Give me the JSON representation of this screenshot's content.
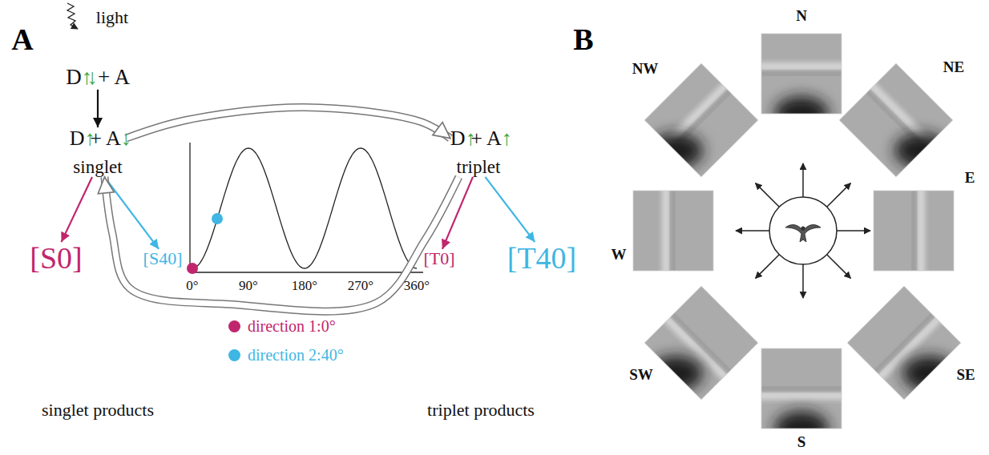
{
  "diagram": {
    "nodes": [
      {
        "text": [
          "D↑↓ + A"
        ]
      },
      {
        "text": [
          "D↑+ A↓",
          "singlet"
        ]
      },
      {
        "text": [
          "D↑+ A↑",
          "triplet"
        ]
      },
      {
        "text": [
          "[S0]"
        ]
      },
      {
        "text": [
          "[S40]"
        ]
      },
      {
        "text": [
          "[T0]"
        ]
      },
      {
        "text": [
          "[T40]"
        ]
      }
    ],
    "edges": [
      {
        "from": 0,
        "to": 1,
        "arrow": "to"
      },
      {
        "from": 1,
        "to": 3,
        "arrow": "to"
      },
      {
        "from": 1,
        "to": 4,
        "arrow": "to"
      },
      {
        "from": 2,
        "to": 5,
        "arrow": "to"
      },
      {
        "from": 2,
        "to": 6,
        "arrow": "to"
      },
      {
        "from": 1,
        "to": 2,
        "arrow": "to"
      },
      {
        "from": 2,
        "to": 1,
        "arrow": "to"
      }
    ],
    "labels": [
      "A",
      "light",
      "0°",
      "90°",
      "180°",
      "270°",
      "360°",
      "singlet products",
      "triplet products",
      "B",
      "N",
      "NE",
      "E",
      "SE",
      "S",
      "SW",
      "W",
      "NW"
    ],
    "legend": [
      {
        "text": "direction 1:0°",
        "color": "#c0266d"
      },
      {
        "text": "direction 2:40°",
        "color": "#3fb6e3"
      }
    ]
  }
}
